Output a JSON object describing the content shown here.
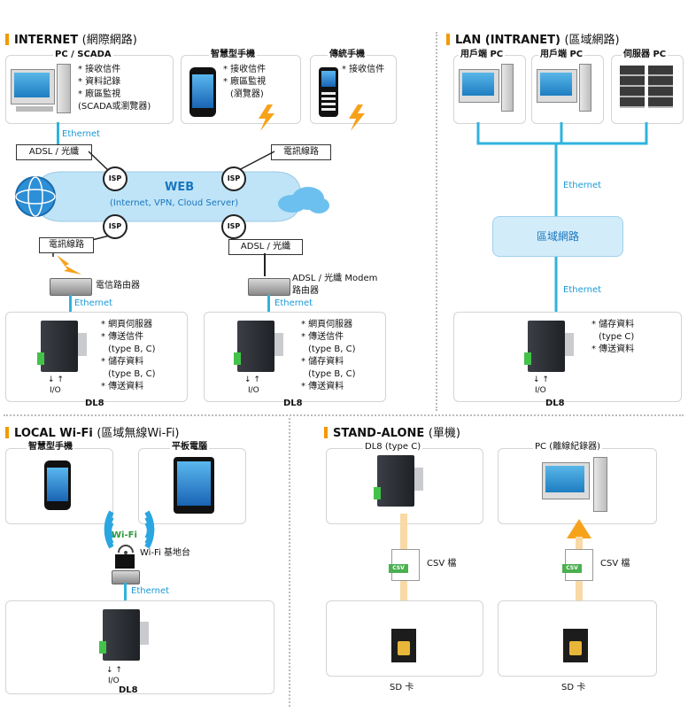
{
  "internet": {
    "title": "INTERNET",
    "title_sub": "(網際網路)",
    "pc_scada": {
      "label": "PC / SCADA",
      "bullets": [
        "* 接收信件",
        "* 資料記錄",
        "* 廠區監視",
        "(SCADA或瀏覽器)"
      ]
    },
    "smartphone": {
      "label": "智慧型手機",
      "bullets": [
        "* 接收信件",
        "* 廠區監視",
        "(瀏覽器)"
      ]
    },
    "classic_phone": {
      "label": "傳統手機",
      "bullets": [
        "* 接收信件"
      ]
    },
    "ethernet": "Ethernet",
    "adsl_fiber": "ADSL / 光纖",
    "telecom_line": "電訊線路",
    "isp": "ISP",
    "web_title": "WEB",
    "web_sub": "(Internet, VPN, Cloud Server)",
    "telecom_router": "電信路由器",
    "modem_router_1": "ADSL / 光纖 Modem",
    "modem_router_2": "路由器",
    "dl8_bullets": [
      "* 網頁伺服器",
      "* 傳送信件",
      "(type B, C)",
      "* 儲存資料",
      "(type B, C)",
      "* 傳送資料"
    ],
    "io": "I/O",
    "dl8": "DL8"
  },
  "lan": {
    "title": "LAN",
    "title_paren": "(INTRANET)",
    "title_sub": "(區域網路)",
    "client_pc": "用戶端 PC",
    "server_pc": "伺服器 PC",
    "ethernet": "Ethernet",
    "local_network": "區域網路",
    "dl8_bullets": [
      "* 儲存資料",
      "(type C)",
      "* 傳送資料"
    ],
    "io": "I/O",
    "dl8": "DL8"
  },
  "wifi": {
    "title": "LOCAL Wi-Fi",
    "title_sub": "(區域無線Wi-Fi)",
    "smartphone": "智慧型手機",
    "tablet": "平板電腦",
    "wifi_label": "Wi-Fi",
    "base_station": "Wi-Fi 基地台",
    "ethernet": "Ethernet",
    "io": "I/O",
    "dl8": "DL8"
  },
  "standalone": {
    "title": "STAND-ALONE",
    "title_sub": "(單機)",
    "dl8_type": "DL8 (type C)",
    "pc_logger": "PC (離線紀錄器)",
    "csv_file": "CSV 檔",
    "csv_icon": "CSV",
    "sd_card": "SD 卡"
  },
  "colors": {
    "accent": "#f29a00",
    "ethernet": "#2fb3de",
    "web_cloud": "#bfe4f7",
    "orange_arrow": "#f7a21b"
  }
}
